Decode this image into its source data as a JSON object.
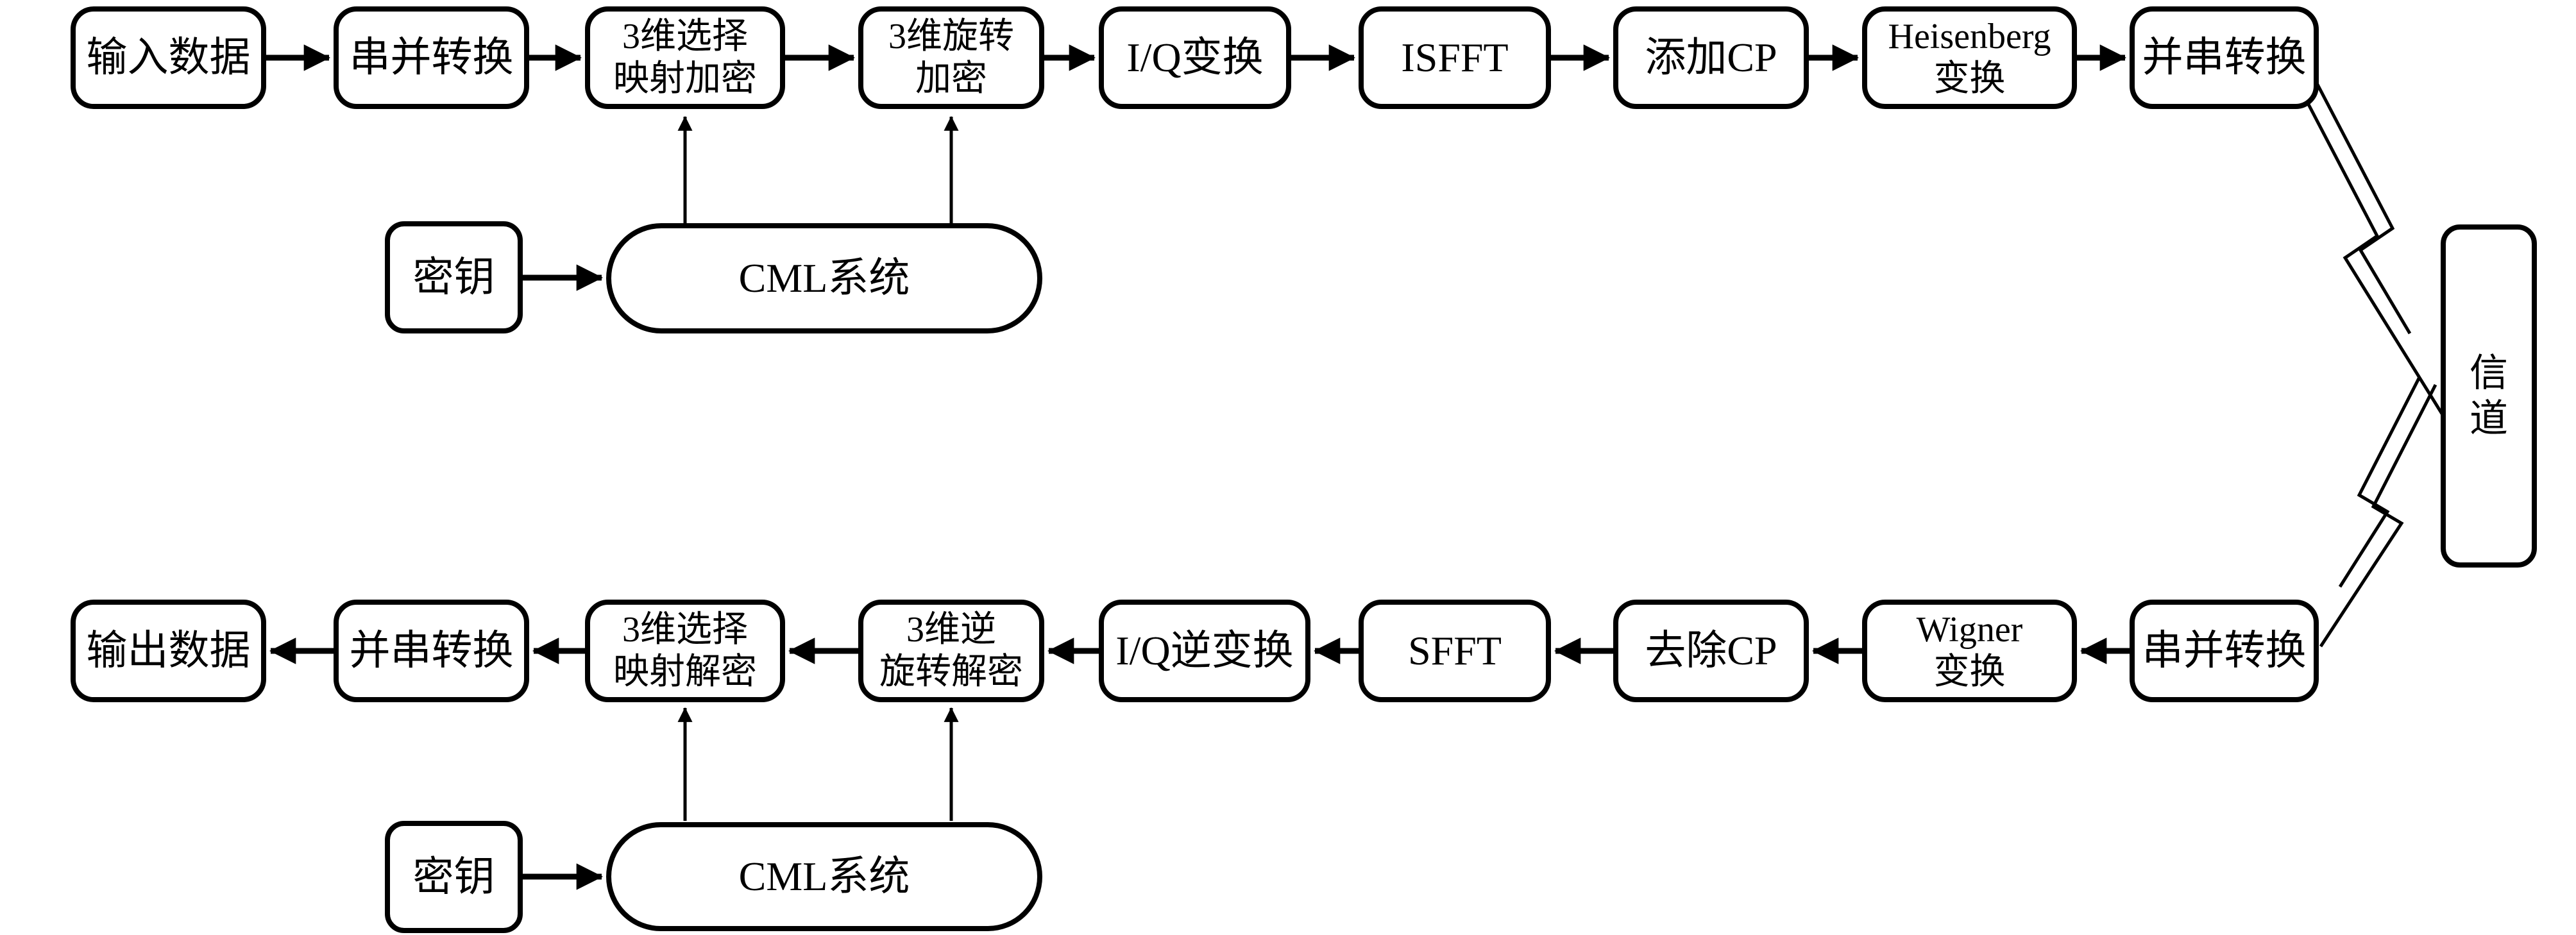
{
  "diagram": {
    "background_color": "#ffffff",
    "line_color": "#000000",
    "nodes": {
      "input_data": {
        "label": "输入数据"
      },
      "sp_top": {
        "label": "串并转换"
      },
      "slm_enc": {
        "label": "3维选择\n映射加密"
      },
      "rot_enc": {
        "label": "3维旋转\n加密"
      },
      "iq": {
        "label": "I/Q变换"
      },
      "isfft": {
        "label": "ISFFT"
      },
      "add_cp": {
        "label": "添加CP"
      },
      "heisenberg": {
        "label": "Heisenberg\n变换"
      },
      "ps_top": {
        "label": "并串转换"
      },
      "channel": {
        "label": "信\n道"
      },
      "key_tx": {
        "label": "密钥"
      },
      "cml_tx": {
        "label": "CML系统"
      },
      "output_data": {
        "label": "输出数据"
      },
      "ps_bottom": {
        "label": "并串转换"
      },
      "slm_dec": {
        "label": "3维选择\n映射解密"
      },
      "rot_dec": {
        "label": "3维逆\n旋转解密"
      },
      "iq_inv": {
        "label": "I/Q逆变换"
      },
      "sfft": {
        "label": "SFFT"
      },
      "remove_cp": {
        "label": "去除CP"
      },
      "wigner": {
        "label": "Wigner\n变换"
      },
      "sp_bottom": {
        "label": "串并转换"
      },
      "key_rx": {
        "label": "密钥"
      },
      "cml_rx": {
        "label": "CML系统"
      }
    }
  }
}
